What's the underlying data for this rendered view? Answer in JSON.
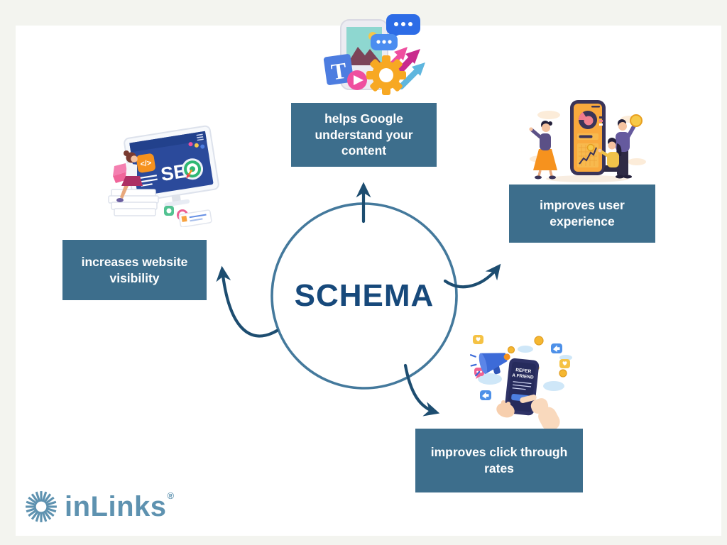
{
  "theme": {
    "page-bg": "#f3f4ef",
    "surface-bg": "#ffffff",
    "box-bg": "#3d6e8c",
    "box-text": "#ffffff",
    "title-color": "#17497b",
    "circle-stroke": "#44799c",
    "arrow-color": "#1d4d70",
    "logo-color": "#5e92b0"
  },
  "center": {
    "label": "SCHEMA"
  },
  "benefits": [
    {
      "position": "top",
      "label": "helps Google understand your content"
    },
    {
      "position": "left",
      "label": "increases website visibility"
    },
    {
      "position": "right",
      "label": "improves user experience"
    },
    {
      "position": "bottom",
      "label": "improves click through rates"
    }
  ],
  "illustrations": {
    "content_formats": {
      "letter_tile": "T"
    },
    "seo_monitor": {
      "screen_text": "SE",
      "code_badge": "</>"
    },
    "refer_phone": {
      "line1": "REFER",
      "line2": "A FRIEND"
    }
  },
  "logo": {
    "name": "inLinks",
    "registered": "®"
  }
}
